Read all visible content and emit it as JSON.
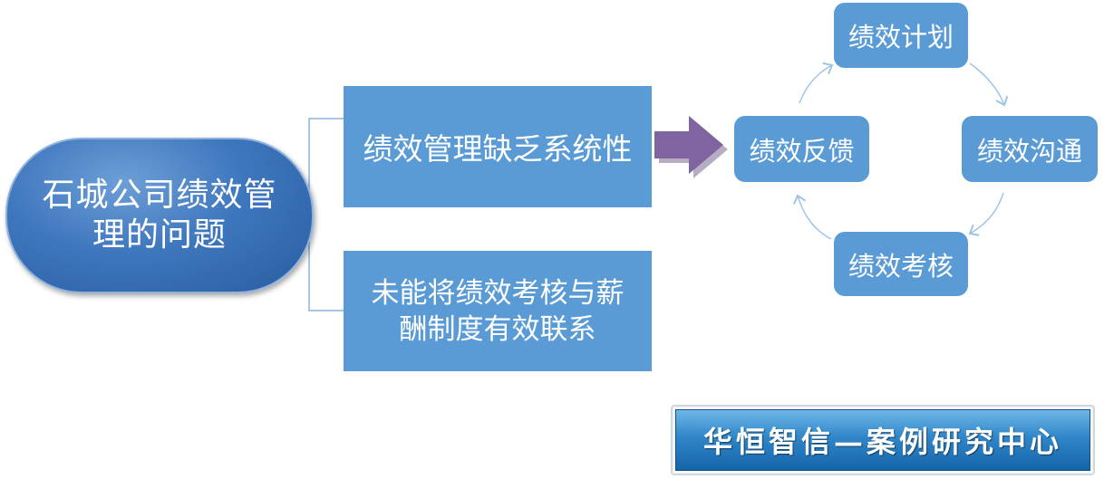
{
  "main_topic": "石城公司绩效管理的问题",
  "issues": [
    "绩效管理缺乏系统性",
    "未能将绩效考核与薪酬制度有效联系"
  ],
  "cycle": {
    "plan": "绩效计划",
    "communication": "绩效沟通",
    "evaluation": "绩效考核",
    "feedback": "绩效反馈"
  },
  "badge": "华恒智信—案例研究中心",
  "colors": {
    "box_blue": "#5b9bd5",
    "main_node_blue": "#3f77be",
    "arrow_purple": "#8064a2",
    "cycle_arrow": "#9dc3e6"
  }
}
